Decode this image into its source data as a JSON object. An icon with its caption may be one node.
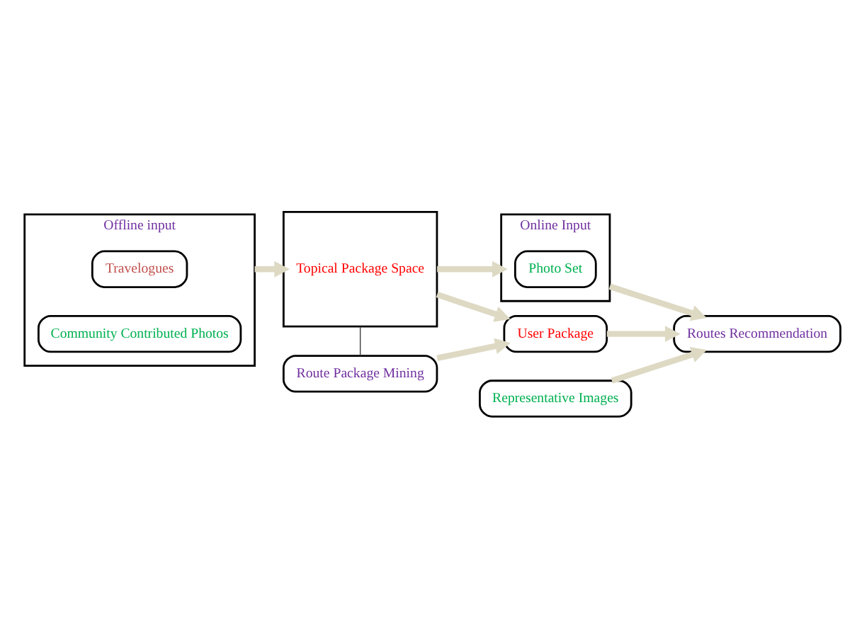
{
  "diagram": {
    "nodes": [
      {
        "text": [
          "Offline input"
        ]
      },
      {
        "text": [
          "Travelogues"
        ],
        "in": 0
      },
      {
        "text": [
          "Community Contributed Photos"
        ],
        "in": 0
      },
      {
        "text": [
          "Topical Package Space"
        ]
      },
      {
        "text": [
          "Online Input"
        ]
      },
      {
        "text": [
          "Photo Set"
        ],
        "in": 4
      },
      {
        "text": [
          "Route Package Mining"
        ]
      },
      {
        "text": [
          "User Package"
        ]
      },
      {
        "text": [
          "Routes Recommendation"
        ]
      },
      {
        "text": [
          "Representative Images"
        ]
      }
    ],
    "edges": [
      {
        "from": 0,
        "to": 3,
        "arrow": "to"
      },
      {
        "from": 3,
        "to": 4,
        "arrow": "to"
      },
      {
        "from": 3,
        "to": 7,
        "arrow": "to"
      },
      {
        "from": 4,
        "to": 8,
        "arrow": "to"
      },
      {
        "from": 6,
        "to": 7,
        "arrow": "to"
      },
      {
        "from": 7,
        "to": 8,
        "arrow": "to"
      },
      {
        "from": 9,
        "to": 8,
        "arrow": "to"
      },
      {
        "from": 6,
        "to": 3,
        "arrow": "none",
        "color": "#404040"
      }
    ]
  }
}
